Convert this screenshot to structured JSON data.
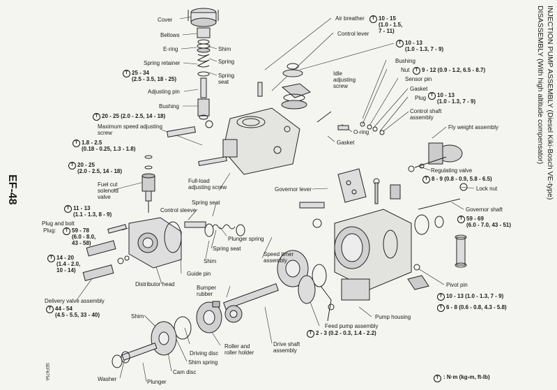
{
  "header": {
    "section": "INJECTION PUMP ASSEMBLY (Diesel Kiki-Bosch VE-type)",
    "subsection": "DISASSEMBLY (With high altitude compensator)",
    "page_number": "EF-48",
    "figure_code": "SEF675A"
  },
  "torque_symbol": "T",
  "legend_text": ": N·m (kg-m, ft-lb)",
  "labels": {
    "cover": "Cover",
    "bellows": "Bellows",
    "e_ring": "E-ring",
    "shim_top": "Shim",
    "spring_top": "Spring",
    "spring_retainer": "Spring retainer",
    "spring_seat_top": "Spring seat",
    "adjusting_pin": "Adjusting pin",
    "bushing_left": "Bushing",
    "max_speed_screw": "Maximum speed adjusting screw",
    "fuel_cut_valve": "Fuel cut solenoid valve",
    "plug_and_bolt": "Plug and bolt",
    "plug": "Plug:",
    "delivery_valve_assembly": "Delivery valve assembly",
    "shim_bottom": "Shim",
    "washer": "Washer",
    "plunger": "Plunger",
    "cam_disc": "Cam disc",
    "shim_spring": "Shim spring",
    "driving_disc": "Driving disc",
    "roller_holder": "Roller and roller holder",
    "drive_shaft_assembly": "Drive shaft assembly",
    "feed_pump_assembly": "Feed pump assembly",
    "pump_housing": "Pump housing",
    "bumper_rubber": "Bumper rubber",
    "distributor_head": "Distributor head",
    "guide_pin": "Guide pin",
    "shim_mid": "Shim",
    "spring_seat_mid": "Spring seat",
    "plunger_spring": "Plunger spring",
    "spring_seat_lower": "Spring seat",
    "control_sleeve": "Control sleeve",
    "speed_timer_assembly": "Speed timer assembly",
    "governor_lever": "Governor lever",
    "full_load_screw": "Full-load adjusting screw",
    "air_breather": "Air breather",
    "control_lever": "Control lever",
    "idle_screw": "Idle adjusting screw",
    "bushing_right": "Bushing",
    "nut": "Nut",
    "sensor_pin": "Sensor pin",
    "gasket_right": "Gasket",
    "plug_right": "Plug",
    "control_shaft_assembly": "Control shaft assembly",
    "o_ring": "O-ring",
    "gasket_mid": "Gasket",
    "fly_weight_assembly": "Fly weight assembly",
    "regulating_valve": "Regulating valve",
    "lock_nut": "Lock nut",
    "governor_shaft": "Governor shaft",
    "pivot_pin": "Pivot pin"
  },
  "torques": {
    "adjusting_pin": [
      "25 - 34",
      "(2.5 - 3.5, 18 - 25)"
    ],
    "max_speed_screw": [
      "20 - 25 (2.0 - 2.5, 14 - 18)"
    ],
    "left_a": [
      "1.8 - 2.5",
      "(0.18 - 0.25, 1.3 - 1.8)"
    ],
    "fuel_cut": [
      "20 - 25",
      "(2.0 - 2.5, 14 - 18)"
    ],
    "plug_bolt": [
      "11 - 13",
      "(1.1 - 1.3, 8 - 9)"
    ],
    "plug": [
      "59 - 78",
      "(6.0 - 8.0,",
      "43 - 58)"
    ],
    "delivery_upper": [
      "14 - 20",
      "(1.4 - 2.0,",
      "10 - 14)"
    ],
    "delivery_lower": [
      "44 - 54",
      "(4.5 - 5.5, 33 - 40)"
    ],
    "feed_pump": [
      "2 - 3 (0.2 - 0.3, 1.4 - 2.2)"
    ],
    "air_breather": [
      "10 - 15",
      "(1.0 - 1.5,",
      "7 - 11)"
    ],
    "control_lever": [
      "10 - 13",
      "(1.0 - 1.3, 7 - 9)"
    ],
    "nut": [
      "9 - 12 (0.9 - 1.2, 6.5 - 8.7)"
    ],
    "plug_right": [
      "10 - 13",
      "(1.0 - 1.3, 7 - 9)"
    ],
    "regulating_valve": [
      "8 - 9 (0.8 - 0.9, 5.8 - 6.5)"
    ],
    "governor_shaft": [
      "59 - 69",
      "(6.0 - 7.0, 43 - 51)"
    ],
    "pivot_pin": [
      "10 - 13 (1.0 - 1.3, 7 - 9)"
    ],
    "pump_housing": [
      "6 - 8 (0.6 - 0.8, 4.3 - 5.8)"
    ]
  }
}
